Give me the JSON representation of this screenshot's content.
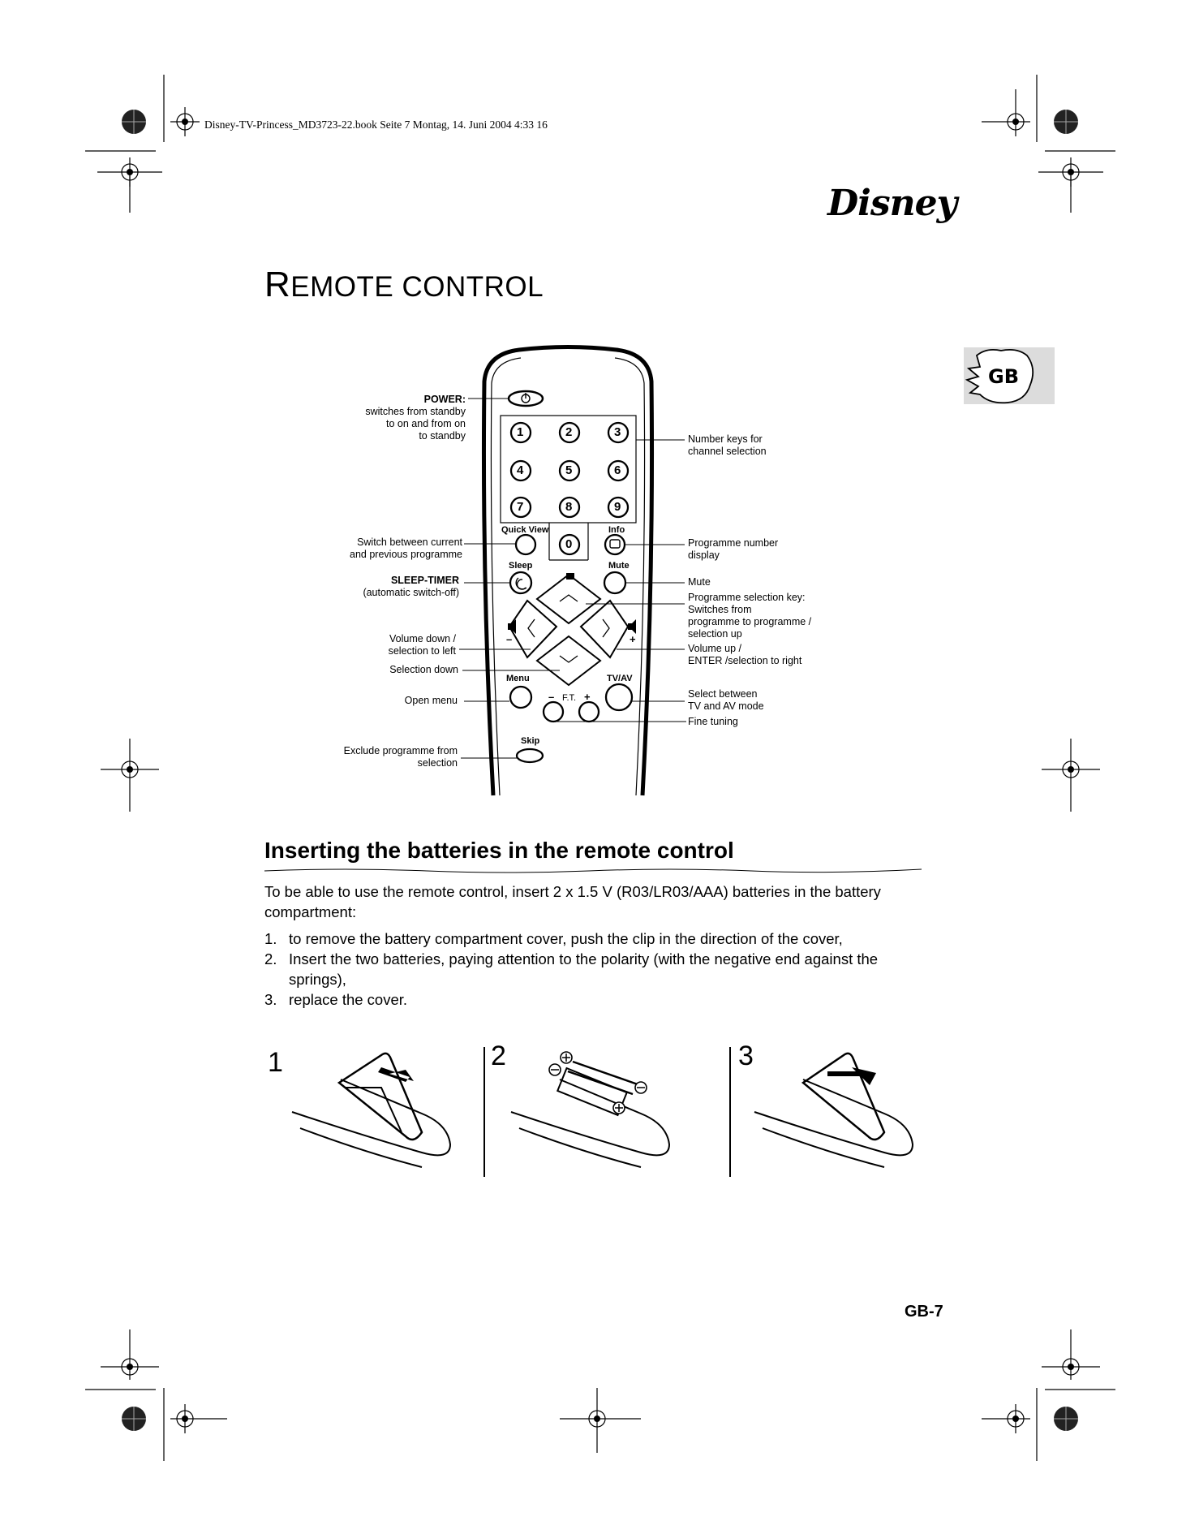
{
  "print_header": "Disney-TV-Princess_MD3723-22.book  Seite 7  Montag, 14. Juni 2004  4:33 16",
  "brand_logo_text": "Disney",
  "language_tab": "GB",
  "page_title": {
    "initial": "R",
    "rest": "EMOTE CONTROL"
  },
  "remote": {
    "number_keys": [
      "1",
      "2",
      "3",
      "4",
      "5",
      "6",
      "7",
      "8",
      "9"
    ],
    "zero_key": "0",
    "button_captions": {
      "quick_view": "Quick View",
      "info": "Info",
      "sleep": "Sleep",
      "mute": "Mute",
      "menu": "Menu",
      "tv_av": "TV/AV",
      "ft": "F.T.",
      "ft_minus": "–",
      "ft_plus": "+",
      "skip": "Skip",
      "vol_minus": "–",
      "vol_plus": "+"
    },
    "labels_left": {
      "power_title": "POWER:",
      "power_desc": [
        "switches from standby",
        "to on and from on",
        "to standby"
      ],
      "quick_view": [
        "Switch between current",
        "and previous programme"
      ],
      "sleep_timer": [
        "SLEEP-TIMER",
        "(automatic switch-off)"
      ],
      "volume_down": [
        "Volume down /",
        "selection to left"
      ],
      "selection_down": "Selection down",
      "open_menu": "Open menu",
      "exclude": [
        "Exclude programme from",
        "selection"
      ]
    },
    "labels_right": {
      "number_keys": [
        "Number keys for",
        "channel selection"
      ],
      "programme_number": [
        "Programme number",
        "display"
      ],
      "mute": "Mute",
      "programme_selection": [
        "Programme selection key:",
        "Switches from",
        "programme to programme /",
        "selection up"
      ],
      "volume_up": [
        "Volume up /",
        "ENTER /selection to right"
      ],
      "tv_av_mode": [
        "Select between",
        "TV and AV mode"
      ],
      "fine_tuning": "Fine tuning"
    }
  },
  "batteries": {
    "heading": "Inserting the batteries in the remote control",
    "intro": "To be able to use the remote control, insert 2 x 1.5 V (R03/LR03/AAA) batteries in the battery compartment:",
    "steps": [
      {
        "num": "1.",
        "text": "to remove the battery compartment cover, push the clip in the direction of the cover,"
      },
      {
        "num": "2.",
        "text": "Insert the two batteries, paying attention to the polarity (with the negative end against the springs),"
      },
      {
        "num": "3.",
        "text": "replace the cover."
      }
    ],
    "illustration_numbers": [
      "1",
      "2",
      "3"
    ]
  },
  "page_number": "GB-7"
}
